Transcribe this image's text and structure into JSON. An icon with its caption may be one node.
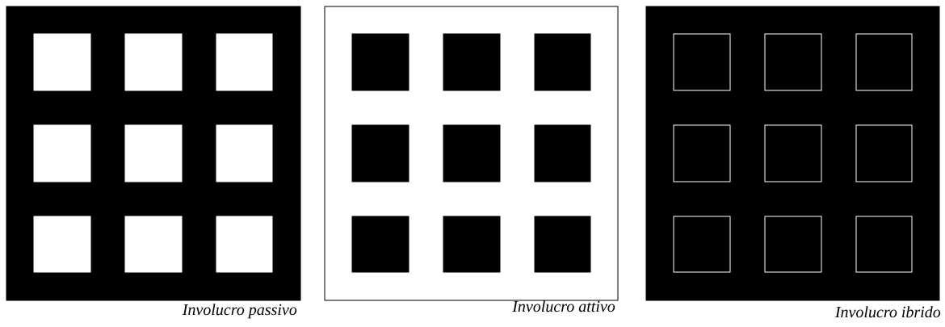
{
  "diagram": {
    "nodes": [
      {
        "text": [],
        "shape": "box",
        "beside": [
          "Involucro passivo"
        ]
      },
      {
        "text": [],
        "shape": "box",
        "beside": [
          "Involucro attivo"
        ]
      },
      {
        "text": [],
        "shape": "box",
        "beside": [
          "Involucro ibrido"
        ]
      }
    ]
  }
}
